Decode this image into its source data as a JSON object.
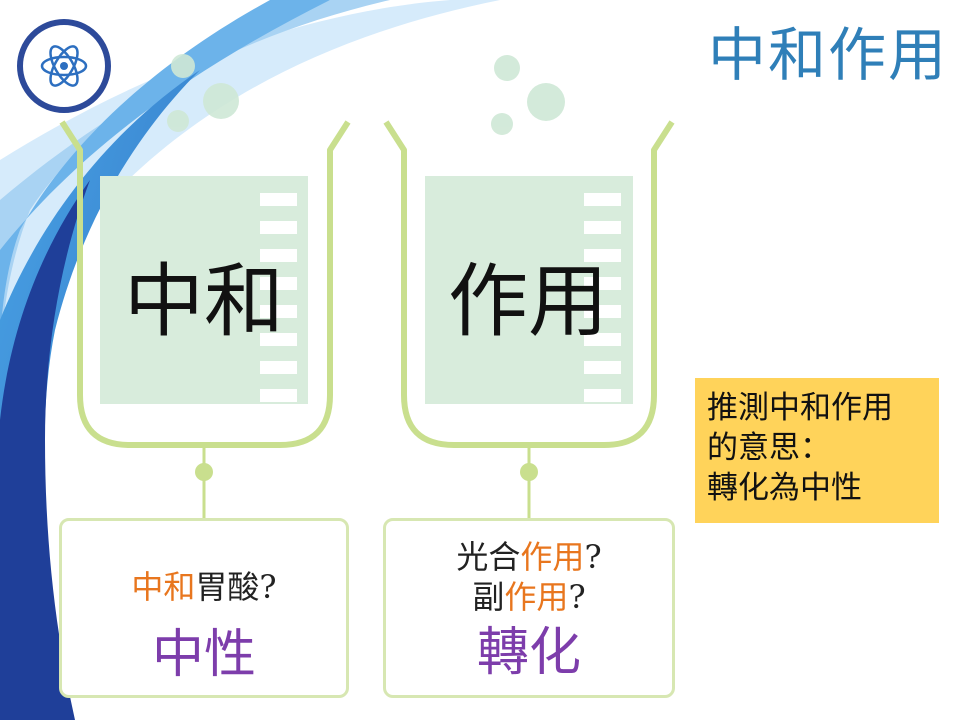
{
  "slide": {
    "title": "中和作用",
    "beakers": [
      {
        "word": "中和"
      },
      {
        "word": "作用"
      }
    ],
    "left_box": {
      "question_part1": "中和",
      "question_part2": "胃酸?",
      "answer": "中性"
    },
    "right_box": {
      "line1_part1": "光合",
      "line1_part2": "作用",
      "line1_part3": "?",
      "line2_part1": "副",
      "line2_part2": "作用",
      "line2_part3": "?",
      "answer": "轉化"
    },
    "note": {
      "line1": "推測中和作用",
      "line2": "的意思：",
      "line3": "轉化為中性"
    }
  },
  "colors": {
    "title": "#2f7fb8",
    "highlight": "#e8761e",
    "answer": "#7d3dab",
    "note_bg": "#ffd35a",
    "beaker_outline": "#c9df8e",
    "beaker_fill": "#d8ecdc"
  }
}
